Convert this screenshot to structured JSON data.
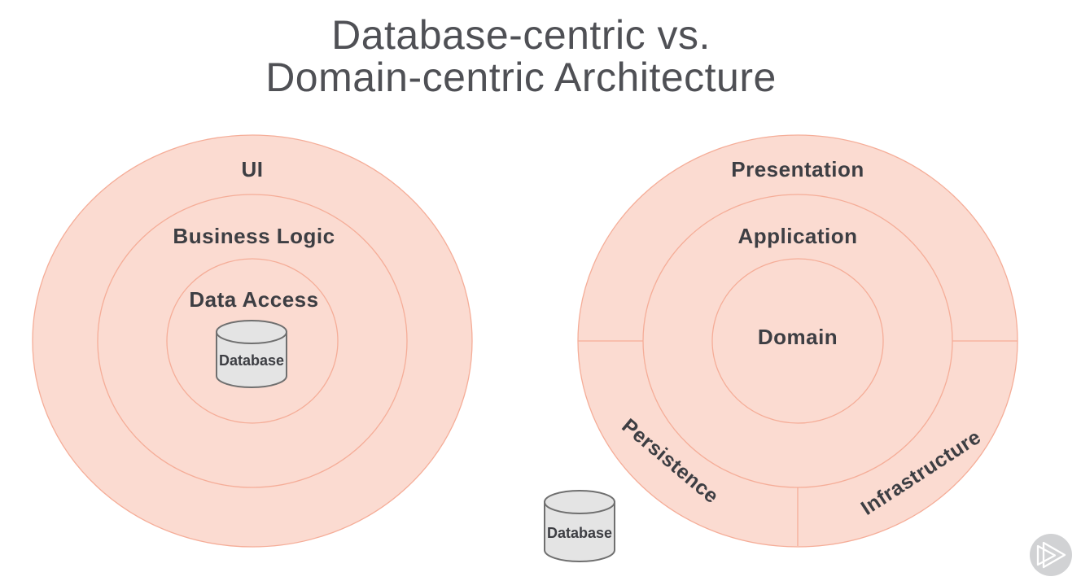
{
  "title": {
    "line1": "Database-centric vs.",
    "line2": "Domain-centric Architecture"
  },
  "left_diagram": {
    "outer_label": "UI",
    "middle_label": "Business Logic",
    "inner_label": "Data Access",
    "database_label": "Database"
  },
  "right_diagram": {
    "outer_label": "Presentation",
    "middle_label": "Application",
    "inner_label": "Domain",
    "bottom_left_section_label": "Persistence",
    "bottom_right_section_label": "Infrastructure",
    "external_database_label": "Database"
  },
  "icons": {
    "play_logo": "play-logo"
  },
  "colors": {
    "ring_fill": "#fbdbd1",
    "ring_stroke": "#f5ad98",
    "label_text": "#3d3e43",
    "title_text": "#4f5055",
    "cylinder_fill": "#e4e4e4",
    "cylinder_stroke": "#6f6f6f",
    "logo_circle_fill": "#d1d2d4",
    "logo_glyph_color": "#ffffff"
  }
}
